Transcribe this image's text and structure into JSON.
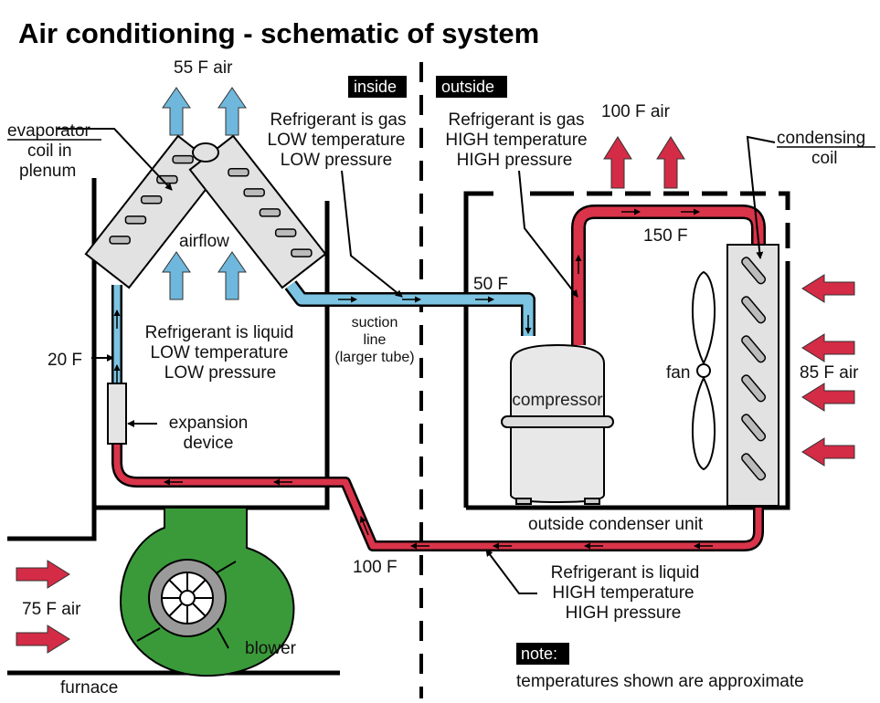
{
  "title": "Air conditioning - schematic of system",
  "labels": {
    "air_55": "55 F air",
    "air_100": "100 F air",
    "air_85": "85 F air",
    "air_75": "75 F air",
    "tag_inside": "inside",
    "tag_outside": "outside",
    "tag_note": "note:",
    "evaporator": [
      "evaporator",
      "coil in",
      "plenum"
    ],
    "gas_low": [
      "Refrigerant is gas",
      "LOW temperature",
      "LOW pressure"
    ],
    "gas_high": [
      "Refrigerant is gas",
      "HIGH temperature",
      "HIGH pressure"
    ],
    "condensing": [
      "condensing",
      "coil"
    ],
    "airflow": "airflow",
    "temp_150": "150 F",
    "temp_50": "50 F",
    "temp_20": "20 F",
    "temp_100": "100 F",
    "suction": [
      "suction",
      "line",
      "(larger tube)"
    ],
    "liquid_low": [
      "Refrigerant is liquid",
      "LOW temperature",
      "LOW pressure"
    ],
    "expansion": [
      "expansion",
      "device"
    ],
    "compressor": "compressor",
    "fan": "fan",
    "condenser_unit": "outside condenser unit",
    "liquid_high": [
      "Refrigerant is liquid",
      "HIGH temperature",
      "HIGH pressure"
    ],
    "blower": "blower",
    "furnace": "furnace",
    "note_text": "temperatures shown are approximate"
  },
  "colors": {
    "cold_line": "#7cc4e2",
    "hot_line": "#d9344a",
    "air_cold": "#6fb7dc",
    "air_hot": "#d42b46",
    "blower": "#3a9a3a",
    "tag_bg": "#000000"
  }
}
